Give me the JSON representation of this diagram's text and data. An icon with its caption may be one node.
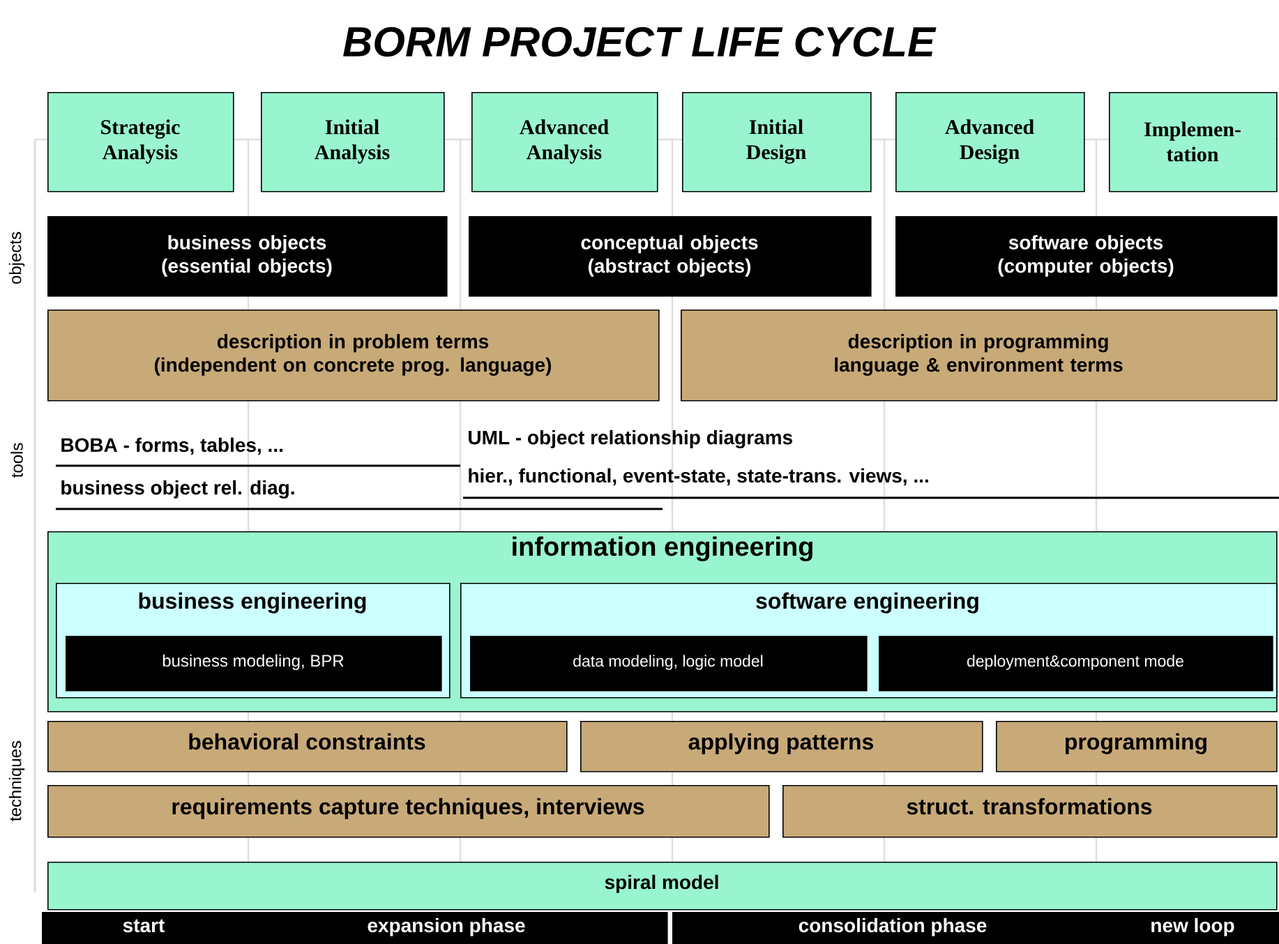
{
  "diagram": {
    "title": "BORM PROJECT LIFE CYCLE",
    "nodes": [
      {
        "text": [
          "Strategic Analysis"
        ]
      },
      {
        "text": [
          "Initial Analysis"
        ]
      },
      {
        "text": [
          "Advanced Analysis"
        ]
      },
      {
        "text": [
          "Initial Design"
        ]
      },
      {
        "text": [
          "Advanced Design"
        ]
      },
      {
        "text": [
          "Implemen- tation"
        ]
      },
      {
        "text": [
          "business objects (essential objects)"
        ]
      },
      {
        "text": [
          "conceptual objects (abstract objects)"
        ]
      },
      {
        "text": [
          "software objects (computer objects)"
        ]
      },
      {
        "text": [
          "description in problem terms (independent on concrete prog. language)"
        ]
      },
      {
        "text": [
          "description in programming language & environment terms"
        ]
      },
      {
        "text": [
          "information engineering"
        ]
      },
      {
        "text": [
          "business engineering"
        ],
        "in": 11
      },
      {
        "text": [
          "business modeling, BPR"
        ],
        "in": 12
      },
      {
        "text": [
          "software engineering"
        ],
        "in": 11
      },
      {
        "text": [
          "data modeling, logic model"
        ],
        "in": 14
      },
      {
        "text": [
          "deployment&component mode"
        ],
        "in": 14
      },
      {
        "text": [
          "behavioral constraints"
        ]
      },
      {
        "text": [
          "applying patterns"
        ]
      },
      {
        "text": [
          "programming"
        ]
      },
      {
        "text": [
          "requirements capture techniques, interviews"
        ]
      },
      {
        "text": [
          "struct. transformations"
        ]
      },
      {
        "text": [
          "spiral model"
        ]
      },
      {
        "text": [
          "start",
          "expansion phase"
        ]
      },
      {
        "text": [
          "consolidation phase",
          "new loop"
        ]
      }
    ],
    "labels": [
      "objects",
      "tools",
      "BOBA - forms, tables, ...",
      "UML - object relationship diagrams",
      "hier., functional, event-state, state-trans. views, ...",
      "business object rel. diag.",
      "techniques"
    ]
  }
}
